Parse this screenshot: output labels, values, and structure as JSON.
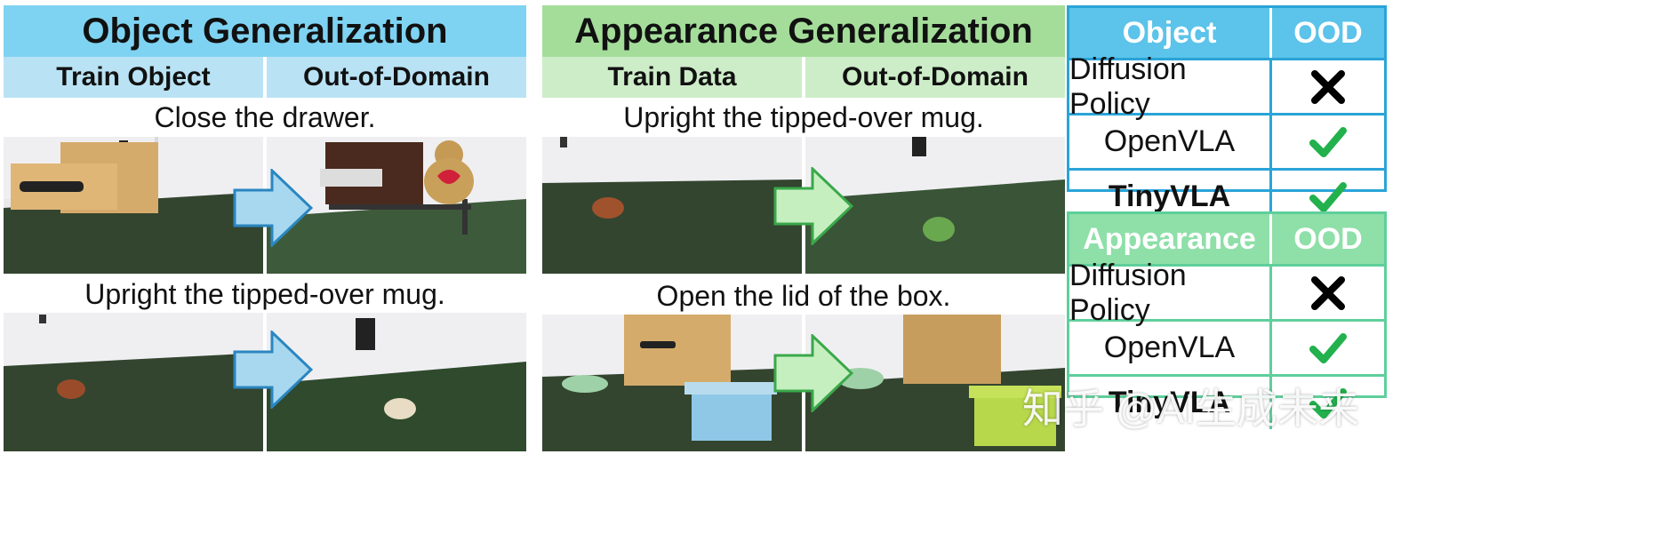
{
  "panels": {
    "object": {
      "title": "Object Generalization",
      "col_train": "Train Object",
      "col_ood": "Out-of-Domain",
      "tasks": [
        "Close the drawer.",
        "Upright the tipped-over mug."
      ],
      "colors": {
        "title_bg": "#7fd3f2",
        "head_bg": "#b9e3f4",
        "arrow": "#a8d8ef"
      }
    },
    "appearance": {
      "title": "Appearance Generalization",
      "col_train": "Train Data",
      "col_ood": "Out-of-Domain",
      "tasks": [
        "Upright the tipped-over mug.",
        "Open the lid of the box."
      ],
      "colors": {
        "title_bg": "#a4dd9a",
        "head_bg": "#cdedc8",
        "arrow": "#c6efc0"
      }
    }
  },
  "tables": {
    "object": {
      "header": [
        "Object",
        "OOD"
      ],
      "rows": [
        {
          "method": "Diffusion Policy",
          "result": "cross-icon"
        },
        {
          "method": "OpenVLA",
          "result": "check-icon"
        },
        {
          "method": "TinyVLA",
          "result": "check-icon"
        }
      ],
      "colors": {
        "header_bg": "#5cc3ea",
        "border": "#2aa4d8"
      }
    },
    "appearance": {
      "header": [
        "Appearance",
        "OOD"
      ],
      "rows": [
        {
          "method": "Diffusion Policy",
          "result": "cross-icon"
        },
        {
          "method": "OpenVLA",
          "result": "check-icon"
        },
        {
          "method": "TinyVLA",
          "result": "check-icon"
        }
      ],
      "colors": {
        "header_bg": "#8edfa8",
        "border": "#5fcf9b"
      }
    }
  },
  "icon_colors": {
    "check": "#22b14c",
    "cross": "#000000"
  },
  "watermark": "知乎 @AI生成未来"
}
